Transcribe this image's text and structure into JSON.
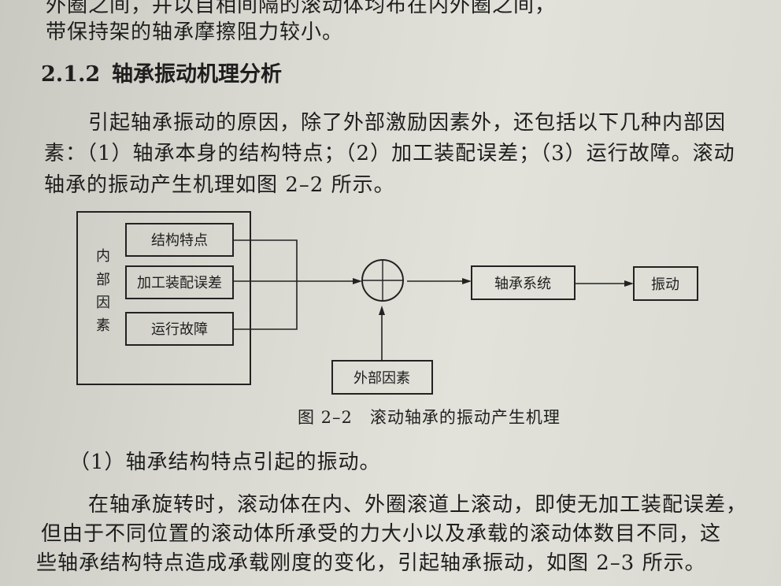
{
  "text": {
    "top_partial": "外圈之间，并以自相间隔的滚动体均布在内外圈之间，",
    "line1": "带保持架的轴承摩擦阻力较小。",
    "heading_num": "2.1.2",
    "heading_title": "轴承振动机理分析",
    "para1_l1": "引起轴承振动的原因，除了外部激励因素外，还包括以下几种内部因",
    "para1_l2": "素：（1）轴承本身的结构特点；（2）加工装配误差；（3）运行故障。滚动",
    "para1_l3": "轴承的振动产生机理如图 2–2 所示。",
    "caption": "图 2–2　滚动轴承的振动产生机理",
    "sub1": "（1）轴承结构特点引起的振动。",
    "para2_l1": "在轴承旋转时，滚动体在内、外圈滚道上滚动，即使无加工装配误差，",
    "para2_l2": "但由于不同位置的滚动体所承受的力大小以及承载的滚动体数目不同，这",
    "para2_l3": "些轴承结构特点造成承载刚度的变化，引起轴承振动，如图 2–3 所示。"
  },
  "diagram": {
    "group_label": [
      "内",
      "部",
      "因",
      "素"
    ],
    "internal_factors": [
      "结构特点",
      "加工装配误差",
      "运行故障"
    ],
    "external": "外部因素",
    "system": "轴承系统",
    "output": "振动"
  }
}
